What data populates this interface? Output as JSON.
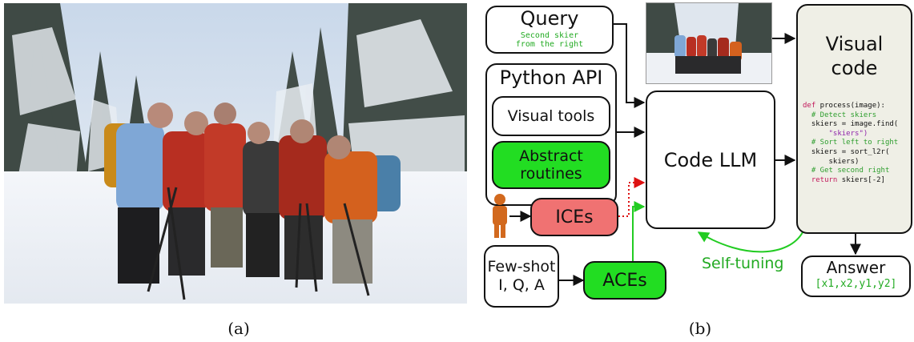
{
  "captions": {
    "a": "(a)",
    "b": "(b)"
  },
  "query": {
    "title": "Query",
    "text_line1": "Second skier",
    "text_line2": "from the right"
  },
  "python_api": {
    "title": "Python API",
    "visual_tools": "Visual tools",
    "abstract_line1": "Abstract",
    "abstract_line2": "routines"
  },
  "code_llm": {
    "label": "Code LLM"
  },
  "ices": {
    "label": "ICEs"
  },
  "aces": {
    "label": "ACEs"
  },
  "few_shot": {
    "line1": "Few-shot",
    "line2": "I, Q, A"
  },
  "self_tuning": {
    "label": "Self-tuning"
  },
  "visual_code": {
    "title_line1": "Visual",
    "title_line2": "code",
    "code": {
      "l1_kw": "def",
      "l1_rest": " process(image):",
      "l2": "  # Detect skiers",
      "l3": "  skiers = image.find(",
      "l4": "      \"skiers\")",
      "l5": "  # Sort left to right",
      "l6": "  skiers = sort_l2r(",
      "l7": "      skiers)",
      "l8": "  # Get second right",
      "l9_kw": "  return",
      "l9_rest": " skiers[-2]"
    }
  },
  "answer": {
    "title": "Answer",
    "value": "[x1,x2,y1,y2]"
  },
  "colors": {
    "green_fill": "#22dd22",
    "ices_fill": "#f07272",
    "code_bg": "#efefe6",
    "green_text": "#22aa22",
    "person_icon": "#d2691e",
    "red_arrow": "#dd1111",
    "green_arrow": "#22cc22"
  }
}
